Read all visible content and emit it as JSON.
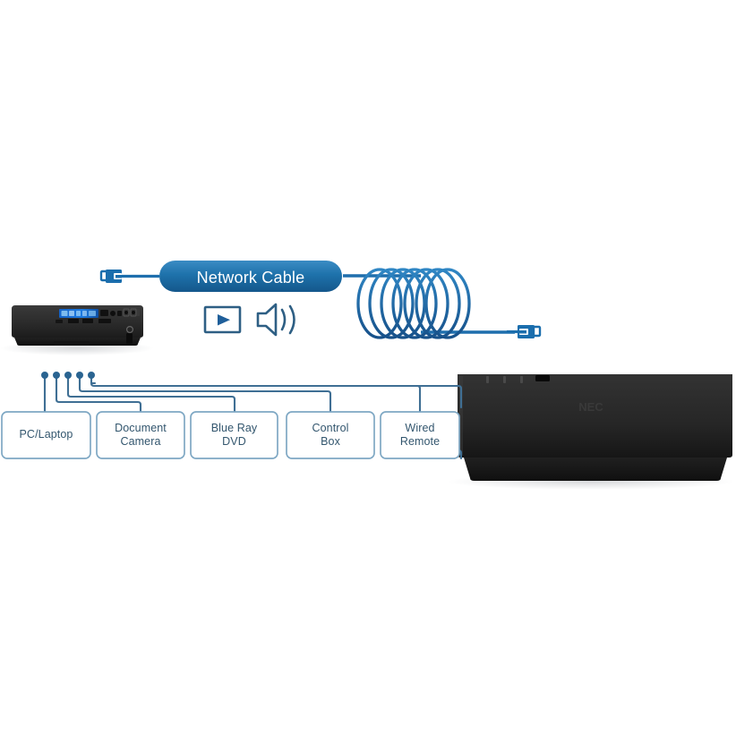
{
  "scene": {
    "title": "Network Cable connectivity diagram",
    "background_color": "#ffffff"
  },
  "colors": {
    "line": "#3f6f94",
    "box_stroke": "#7fa8c4",
    "box_fill": "#ffffff",
    "pill_fill_top": "#2b7fb8",
    "pill_fill_bottom": "#155f93",
    "coil": "#1f6fad",
    "connector": "#1b6ead",
    "text": "#33566e",
    "pill_text": "#ffffff",
    "device_body": "#2c2c2c",
    "device_panel": "#1d6fd0"
  },
  "pill": {
    "label": "Network Cable"
  },
  "icons": {
    "left_connector": "rj45-plug-icon",
    "right_connector": "rj45-plug-icon",
    "video": "video-screen-play-icon",
    "audio": "speaker-sound-icon",
    "coil": "coiled-cable-icon"
  },
  "devices": [
    {
      "name": "projector-rear-small",
      "label": "",
      "description": "Projector rear view with connector panel"
    },
    {
      "name": "projector-body-large",
      "label": "",
      "description": "Large projector chassis front view"
    }
  ],
  "source_boxes": [
    {
      "id": "pc-laptop",
      "label": "PC/Laptop"
    },
    {
      "id": "document-camera",
      "label": "Document\nCamera"
    },
    {
      "id": "blue-ray-dvd",
      "label": "Blue Ray\nDVD"
    },
    {
      "id": "control-box",
      "label": "Control\nBox"
    },
    {
      "id": "wired-remote",
      "label": "Wired\nRemote"
    }
  ]
}
